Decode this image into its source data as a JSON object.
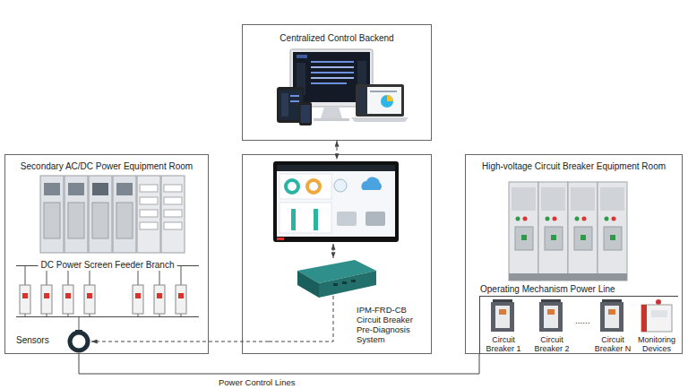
{
  "diagram": {
    "nodes": [
      {
        "text": [
          "Centralized Control Backend"
        ]
      },
      {
        "text": [
          "Secondary AC/DC Power Equipment Room"
        ]
      },
      {
        "text": [
          "DC Power Screen Feeder Branch"
        ],
        "in": 1
      },
      {
        "text": [
          "Sensors"
        ],
        "in": 1
      },
      {
        "text": [
          "IPM-FRD-CB Circuit Breaker Pre-Diagnosis System"
        ]
      },
      {
        "text": [
          "High-voltage Circuit Breaker Equipment Room"
        ]
      },
      {
        "text": [
          "Operating Mechanism Power Line"
        ],
        "in": 5
      },
      {
        "text": [
          "Circuit Breaker 1"
        ],
        "in": 6
      },
      {
        "text": [
          "Circuit Breaker 2"
        ],
        "in": 6
      },
      {
        "text": [
          "Circuit Breaker N"
        ],
        "in": 6
      },
      {
        "text": [
          "Monitoring Devices"
        ],
        "in": 6
      }
    ],
    "edges": [
      {
        "from": 0,
        "to": 4,
        "arrow": "both"
      },
      {
        "from": 4,
        "to": 3,
        "arrow": "to"
      },
      {
        "from": 3,
        "to": 6,
        "label": "Power Control Lines",
        "arrow": "none"
      }
    ],
    "labels": [
      "......"
    ]
  }
}
